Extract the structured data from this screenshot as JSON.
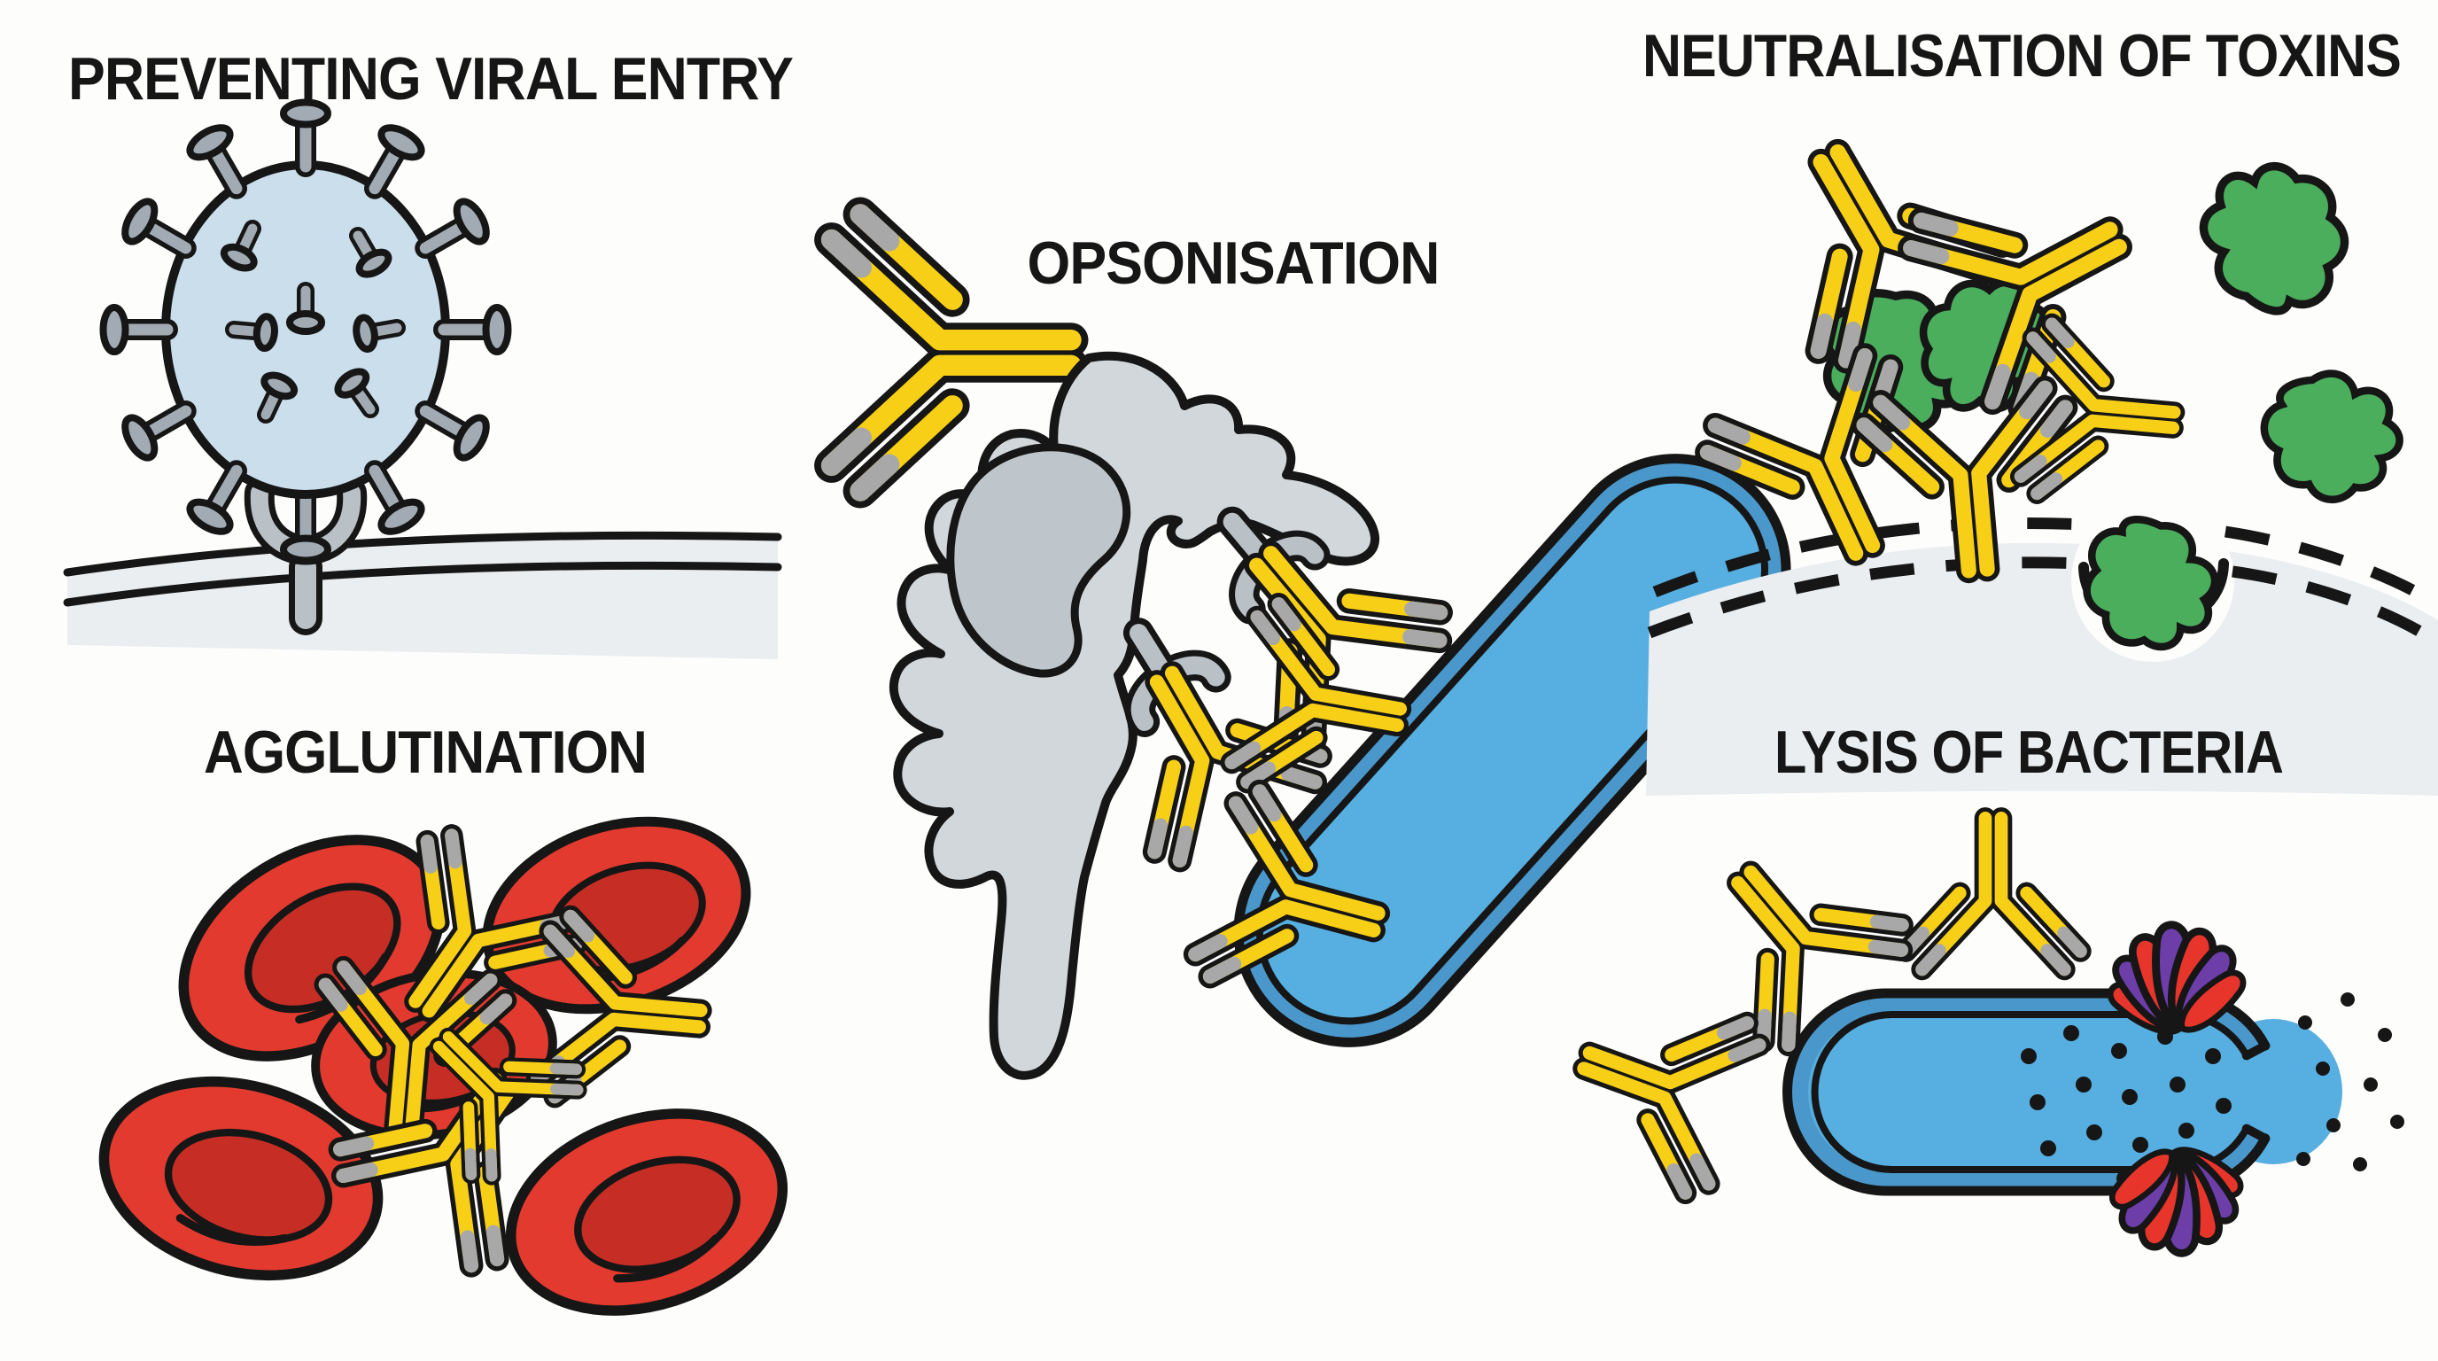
{
  "figure": {
    "type": "biology-diagram",
    "subject": "functions-of-antibodies",
    "background": "#FDFDFC",
    "panels": [
      {
        "id": "preventing-viral-entry",
        "title": "PREVENTING VIRAL ENTRY",
        "elements": [
          "virus-particle",
          "virus-spikes",
          "antibody",
          "host-cell-receptor",
          "cell-membrane"
        ]
      },
      {
        "id": "opsonisation",
        "title": "OPSONISATION",
        "elements": [
          "phagocyte",
          "nucleus",
          "fc-receptors",
          "antibodies",
          "bacterium"
        ]
      },
      {
        "id": "neutralisation-of-toxins",
        "title": "NEUTRALISATION OF TOXINS",
        "elements": [
          "antibody-toxin-complex",
          "free-toxins",
          "membrane-bound-toxin",
          "dashed-cell-membrane"
        ]
      },
      {
        "id": "agglutination",
        "title": "AGGLUTINATION",
        "elements": [
          "red-blood-cells",
          "cross-linking-antibodies"
        ]
      },
      {
        "id": "lysis-of-bacteria",
        "title": "LYSIS OF BACTERIA",
        "elements": [
          "antibodies",
          "bacterium",
          "membrane-attack-complexes",
          "leaking-cell-contents"
        ]
      }
    ],
    "colors": {
      "outline": "#161616",
      "antibody_yellow": "#F7CF17",
      "antibody_tip_gray": "#A8A8A8",
      "virus_body": "#CBDEEB",
      "virus_spike": "#A2ABB4",
      "receptor_gray": "#B9C0C6",
      "membrane_fill": "#EAEEF1",
      "phagocyte_body": "#D2D7DB",
      "phagocyte_nucleus": "#BFC6CB",
      "bacterium_outer": "#4A98CB",
      "bacterium_inner": "#57AEE0",
      "toxin_green": "#4BAE5C",
      "rbc_red": "#E23A2E",
      "rbc_inner": "#C62D24",
      "mac_red": "#E8352C",
      "mac_purple": "#6D3DA8"
    }
  }
}
